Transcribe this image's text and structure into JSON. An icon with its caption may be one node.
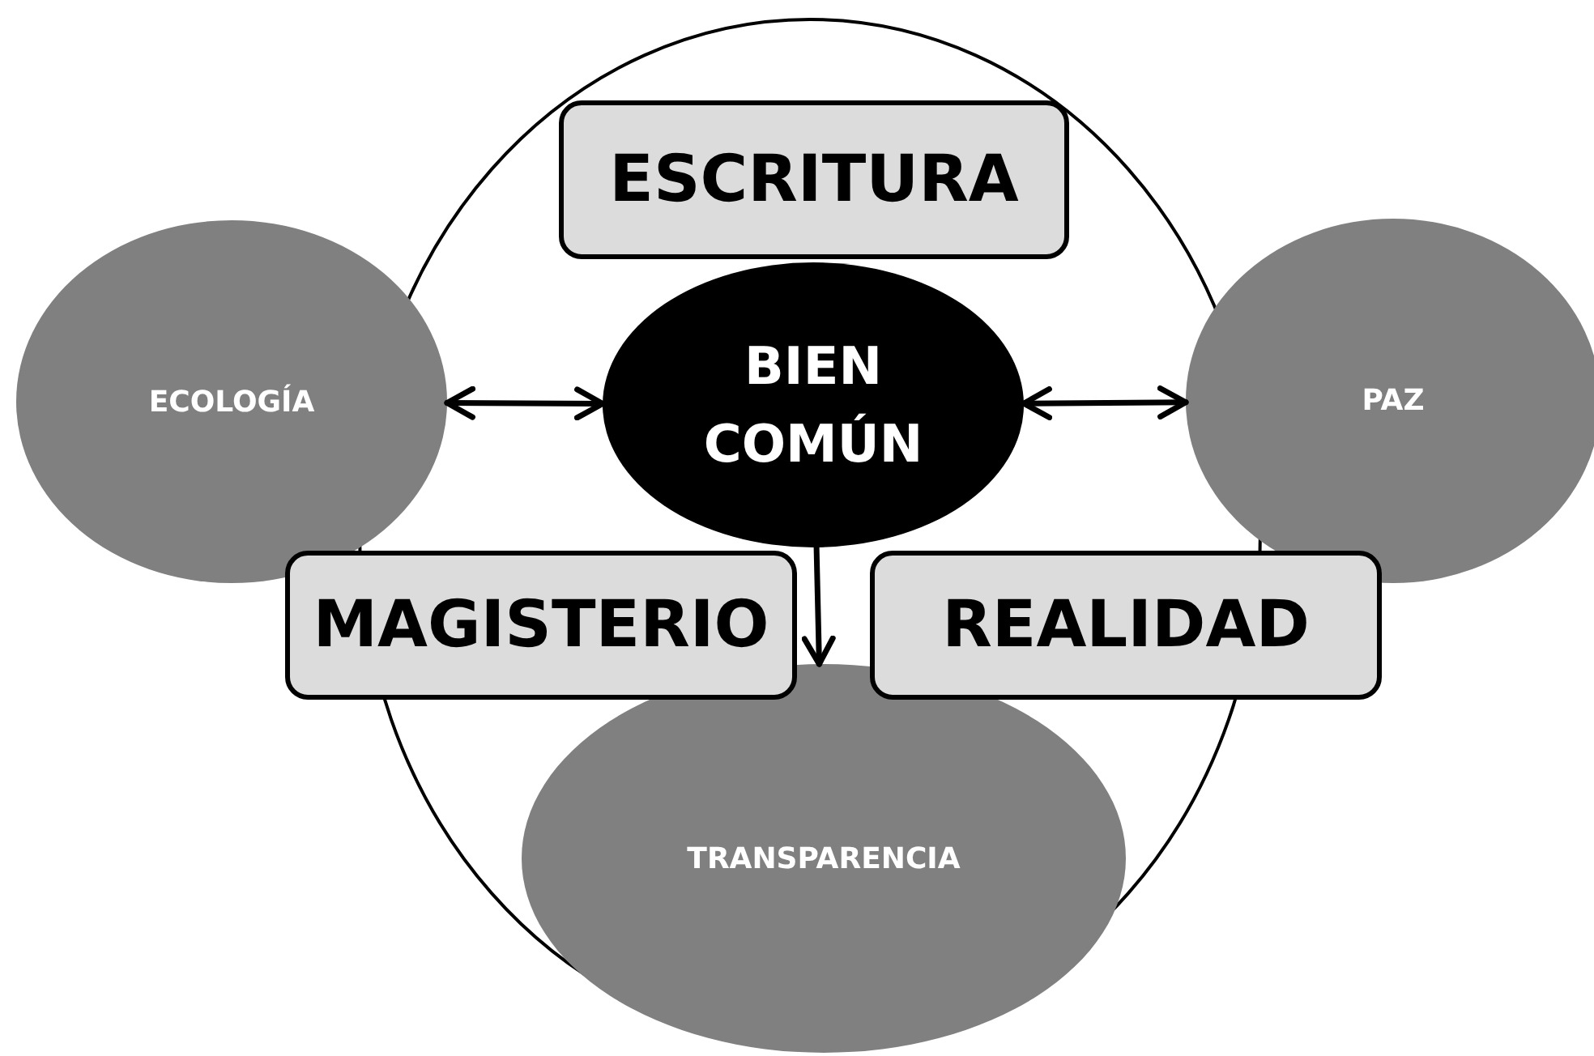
{
  "diagram": {
    "nodes": [
      {
        "text": [
          "ESCRITURA"
        ]
      },
      {
        "text": [
          "ECOLOGÍA"
        ]
      },
      {
        "text": [
          "BIEN COMÚN"
        ]
      },
      {
        "text": [
          "PAZ"
        ]
      },
      {
        "text": [
          "MAGISTERIO"
        ]
      },
      {
        "text": [
          "REALIDAD"
        ]
      },
      {
        "text": [
          "TRANSPARENCIA"
        ]
      }
    ],
    "edges": [
      {
        "from": 1,
        "to": 2,
        "arrow": "both"
      },
      {
        "from": 2,
        "to": 3,
        "arrow": "both"
      },
      {
        "from": 2,
        "to": 6,
        "arrow": "to"
      }
    ]
  }
}
